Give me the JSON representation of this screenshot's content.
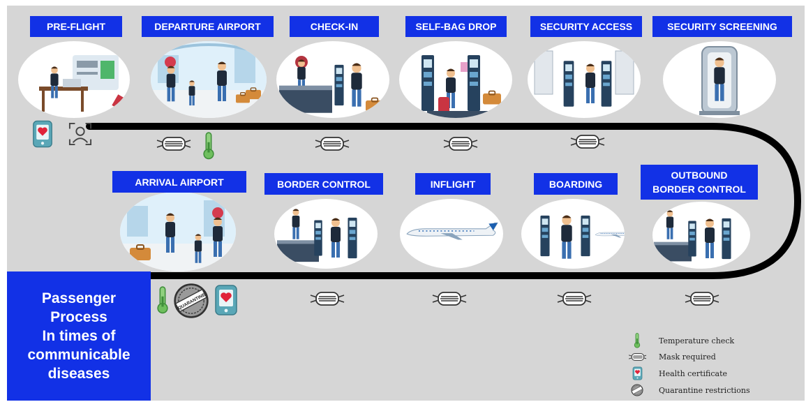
{
  "stages_top": [
    {
      "label": "PRE-FLIGHT"
    },
    {
      "label": "DEPARTURE AIRPORT"
    },
    {
      "label": "CHECK-IN"
    },
    {
      "label": "SELF-BAG DROP"
    },
    {
      "label": "SECURITY ACCESS"
    },
    {
      "label": "SECURITY SCREENING"
    }
  ],
  "stages_bottom": [
    {
      "label": "ARRIVAL AIRPORT"
    },
    {
      "label": "BORDER CONTROL"
    },
    {
      "label": "INFLIGHT"
    },
    {
      "label": "BOARDING"
    },
    {
      "label": "OUTBOUND\nBORDER CONTROL"
    }
  ],
  "panel_text": "Passenger\nProcess\nIn times of\ncommunicable\ndiseases",
  "legend": {
    "temperature": "Temperature check",
    "mask": "Mask required",
    "health": "Health certificate",
    "quarantine": "Quarantine restrictions"
  },
  "quarantine_stamp_text": "QUARANTINE",
  "colors": {
    "label_bg": "#1231e6",
    "background": "#d6d6d6",
    "path": "#000000",
    "thermometer": "#6fbf5e",
    "health_device": "#5aa7b7",
    "heart": "#e0243a"
  }
}
